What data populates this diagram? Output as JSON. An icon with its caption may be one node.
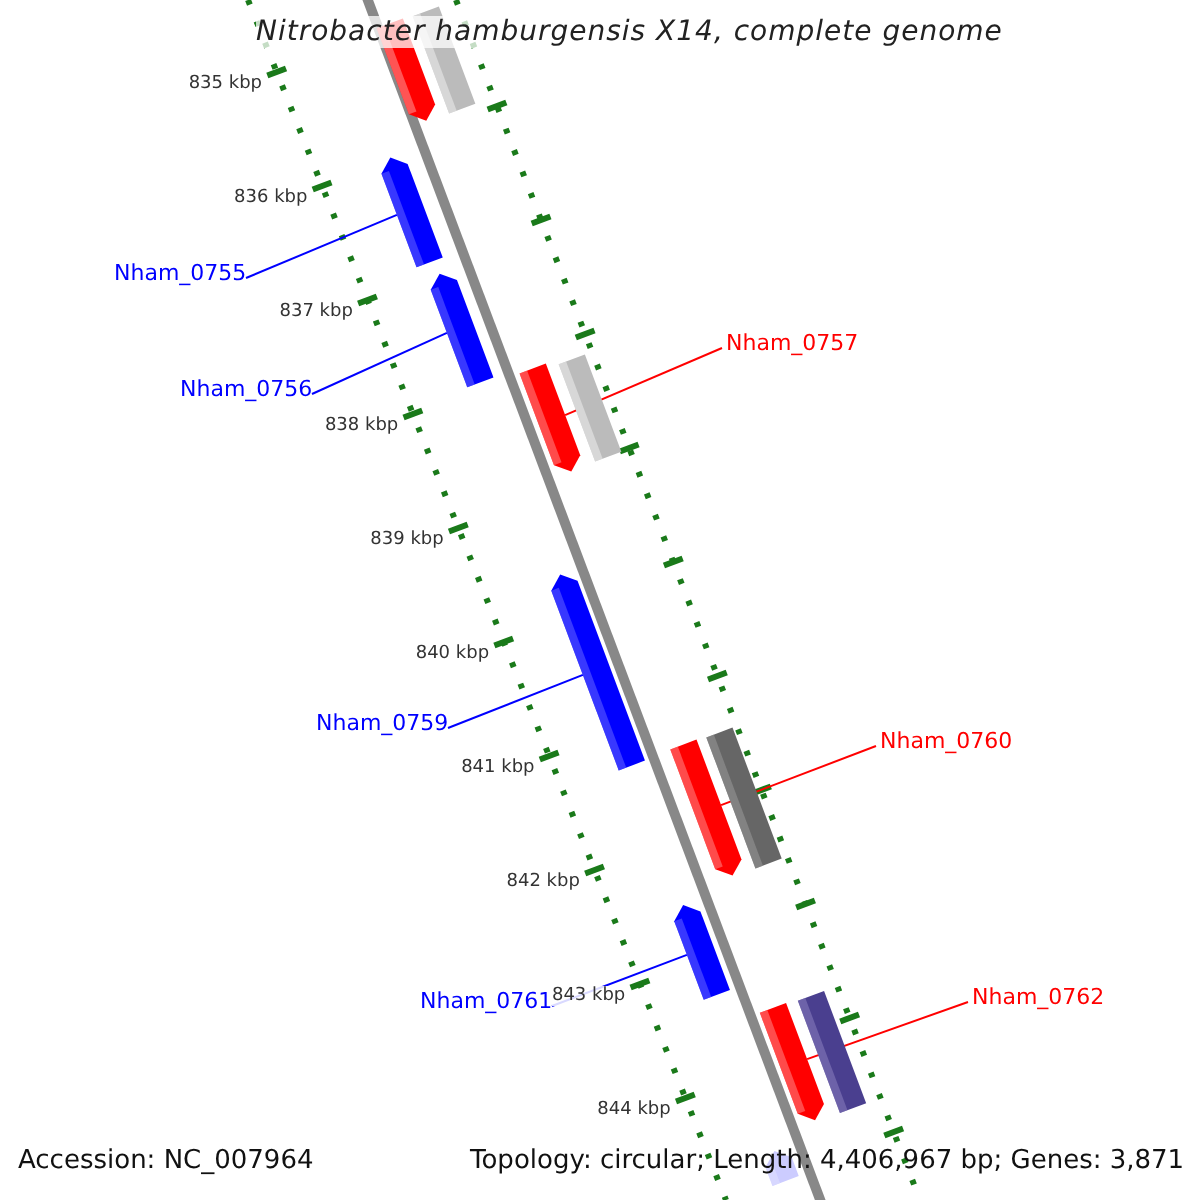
{
  "diagram": {
    "title": "Nitrobacter hamburgensis X14, complete genome",
    "nodes": [
      {
        "text": [
          "Nham_0755"
        ]
      },
      {
        "text": [],
        "shape": "arrow"
      },
      {
        "text": [
          "Nham_0756"
        ]
      },
      {
        "text": [],
        "shape": "arrow"
      },
      {
        "text": [
          "Nham_0757"
        ]
      },
      {
        "text": [],
        "shape": "arrow"
      },
      {
        "text": [
          "Nham_0759"
        ]
      },
      {
        "text": [],
        "shape": "arrow"
      },
      {
        "text": [
          "Nham_0760"
        ]
      },
      {
        "text": [],
        "shape": "arrow"
      },
      {
        "text": [
          "Nham_0761"
        ]
      },
      {
        "text": [],
        "shape": "arrow"
      },
      {
        "text": [
          "Nham_0762"
        ]
      },
      {
        "text": [],
        "shape": "arrow"
      },
      {
        "text": [],
        "shape": "arrow"
      },
      {
        "text": [],
        "shape": "bar"
      },
      {
        "text": [],
        "shape": "bar"
      },
      {
        "text": [],
        "shape": "bar"
      },
      {
        "text": [],
        "shape": "bar"
      },
      {
        "text": [],
        "shape": "arrow"
      }
    ],
    "edges": [
      {
        "from": 0,
        "to": 1,
        "arrow": "none"
      },
      {
        "from": 2,
        "to": 3,
        "arrow": "none"
      },
      {
        "from": 4,
        "to": 5,
        "arrow": "none",
        "color": "#ff0000"
      },
      {
        "from": 6,
        "to": 7,
        "arrow": "none"
      },
      {
        "from": 8,
        "to": 9,
        "arrow": "none",
        "color": "#ff0000"
      },
      {
        "from": 10,
        "to": 11,
        "arrow": "none"
      },
      {
        "from": 12,
        "to": 13,
        "arrow": "none",
        "color": "#ff0000"
      }
    ],
    "labels": [
      "835 kbp",
      "836 kbp",
      "837 kbp",
      "838 kbp",
      "839 kbp",
      "840 kbp",
      "841 kbp",
      "842 kbp",
      "843 kbp",
      "844 kbp",
      "Accession: NC_007964",
      "Topology: circular; Length: 4,406,967 bp; Genes: 3,871"
    ]
  }
}
